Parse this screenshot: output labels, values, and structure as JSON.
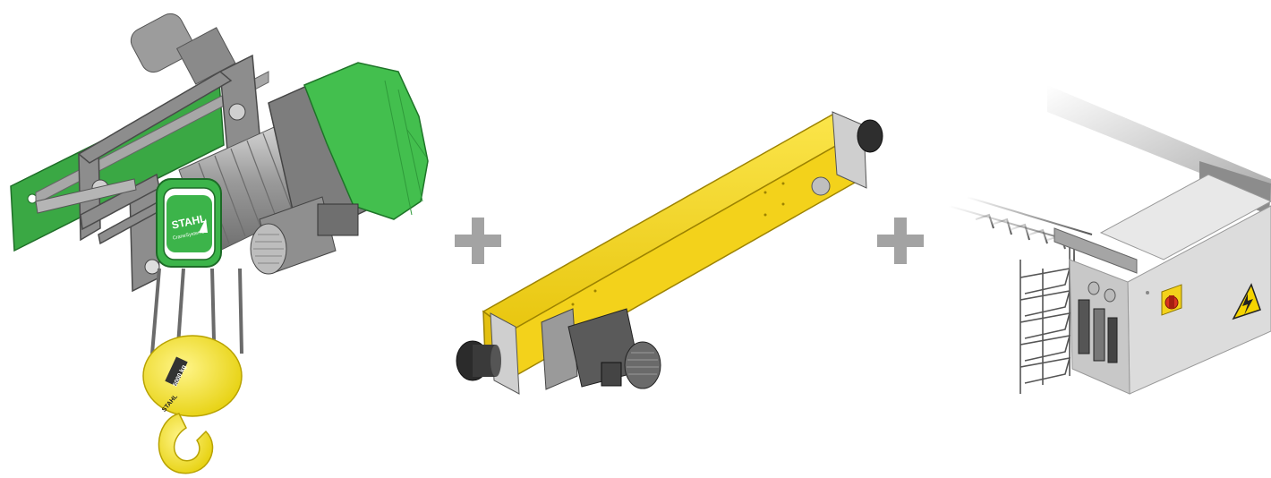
{
  "scene": {
    "hoist": {
      "brand_label": "STAHL",
      "brand_sub": "CraneSystems",
      "capacity_label": "5000 kg",
      "hook_brand": "STAHL",
      "colors": {
        "body_green": "#3cb44a",
        "frame_grey": "#8a8a8a",
        "hook_yellow": "#f2e21a"
      }
    },
    "plus_sign": "+",
    "end_carriage": {
      "colors": {
        "beam_yellow": "#f3d21b",
        "motor_grey": "#5a5a5a"
      }
    },
    "control_system": {
      "colors": {
        "cabinet_grey": "#d7d7d7",
        "switch_red": "#d9331f",
        "warning_yellow": "#f5d400"
      },
      "icons": [
        "high-voltage-icon",
        "main-switch-icon"
      ]
    },
    "plus_color": "#a3a3a3"
  }
}
